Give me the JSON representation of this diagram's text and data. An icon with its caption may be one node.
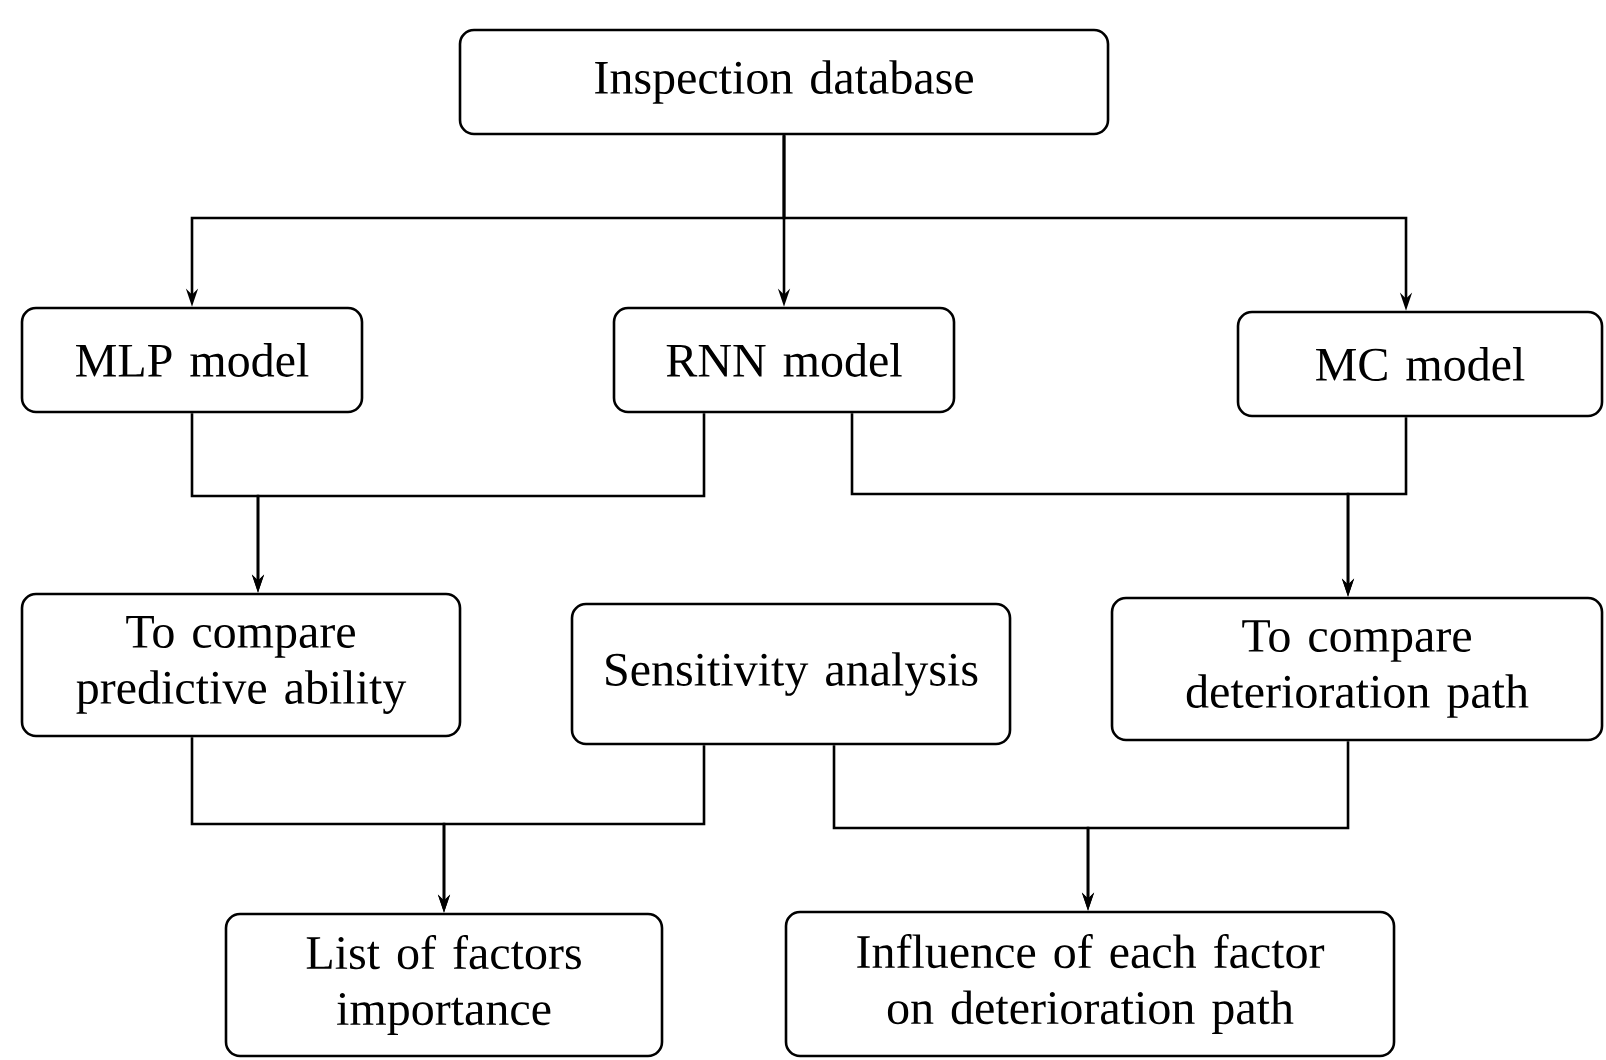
{
  "diagram": {
    "nodes": [
      {
        "text": [
          "Inspection database"
        ]
      },
      {
        "text": [
          "MLP model"
        ]
      },
      {
        "text": [
          "RNN model"
        ]
      },
      {
        "text": [
          "MC model"
        ]
      },
      {
        "text": [
          "To compare predictive ability"
        ]
      },
      {
        "text": [
          "Sensitivity analysis"
        ]
      },
      {
        "text": [
          "To compare deterioration path"
        ]
      },
      {
        "text": [
          "List of factors importance"
        ]
      },
      {
        "text": [
          "Influence of each factor on deterioration path"
        ]
      }
    ],
    "edges": [
      {
        "from": 0,
        "to": 1,
        "arrow": "to"
      },
      {
        "from": 0,
        "to": 2,
        "arrow": "to"
      },
      {
        "from": 0,
        "to": 3,
        "arrow": "to"
      },
      {
        "from": 1,
        "to": 4,
        "arrow": "to"
      },
      {
        "from": 2,
        "to": 4,
        "arrow": "to"
      },
      {
        "from": 2,
        "to": 6,
        "arrow": "to"
      },
      {
        "from": 3,
        "to": 6,
        "arrow": "to"
      },
      {
        "from": 4,
        "to": 7,
        "arrow": "to"
      },
      {
        "from": 5,
        "to": 7,
        "arrow": "to"
      },
      {
        "from": 5,
        "to": 8,
        "arrow": "to"
      },
      {
        "from": 6,
        "to": 8,
        "arrow": "to"
      }
    ]
  }
}
